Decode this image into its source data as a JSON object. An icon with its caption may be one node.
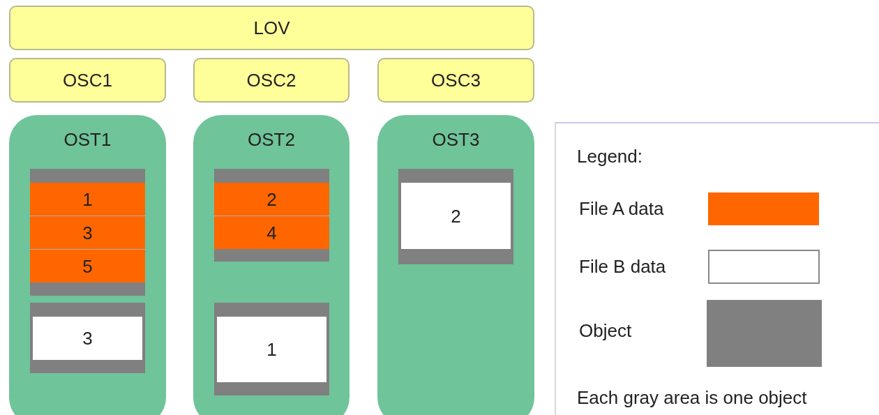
{
  "diagram": {
    "nodes": [
      {
        "text": [
          "LOV"
        ]
      },
      {
        "text": [
          "OSC1"
        ]
      },
      {
        "text": [
          "OSC2"
        ]
      },
      {
        "text": [
          "OSC3"
        ]
      },
      {
        "text": [
          "OST1"
        ]
      },
      {
        "text": [
          "OST2"
        ]
      },
      {
        "text": [
          "OST3"
        ]
      },
      {
        "text": [],
        "shape": "box",
        "in": 4
      },
      {
        "text": [
          "1"
        ],
        "in": 7
      },
      {
        "text": [
          "3"
        ],
        "in": 7
      },
      {
        "text": [
          "5"
        ],
        "in": 7
      },
      {
        "text": [],
        "shape": "box",
        "in": 4
      },
      {
        "text": [
          "3"
        ],
        "in": 11
      },
      {
        "text": [],
        "shape": "box",
        "in": 5
      },
      {
        "text": [
          "2"
        ],
        "in": 13
      },
      {
        "text": [
          "4"
        ],
        "in": 13
      },
      {
        "text": [],
        "shape": "box",
        "in": 5
      },
      {
        "text": [
          "1"
        ],
        "in": 16
      },
      {
        "text": [],
        "shape": "box",
        "in": 6
      },
      {
        "text": [
          "2"
        ],
        "in": 18
      }
    ],
    "edges": [],
    "labels": [
      "Legend:",
      "Each gray area is one object"
    ],
    "legend": [
      {
        "text": "File A data",
        "color": "#ff6600"
      },
      {
        "text": "File B data",
        "color": "#ffffff"
      },
      {
        "text": "Object",
        "color": "#808080"
      }
    ]
  }
}
